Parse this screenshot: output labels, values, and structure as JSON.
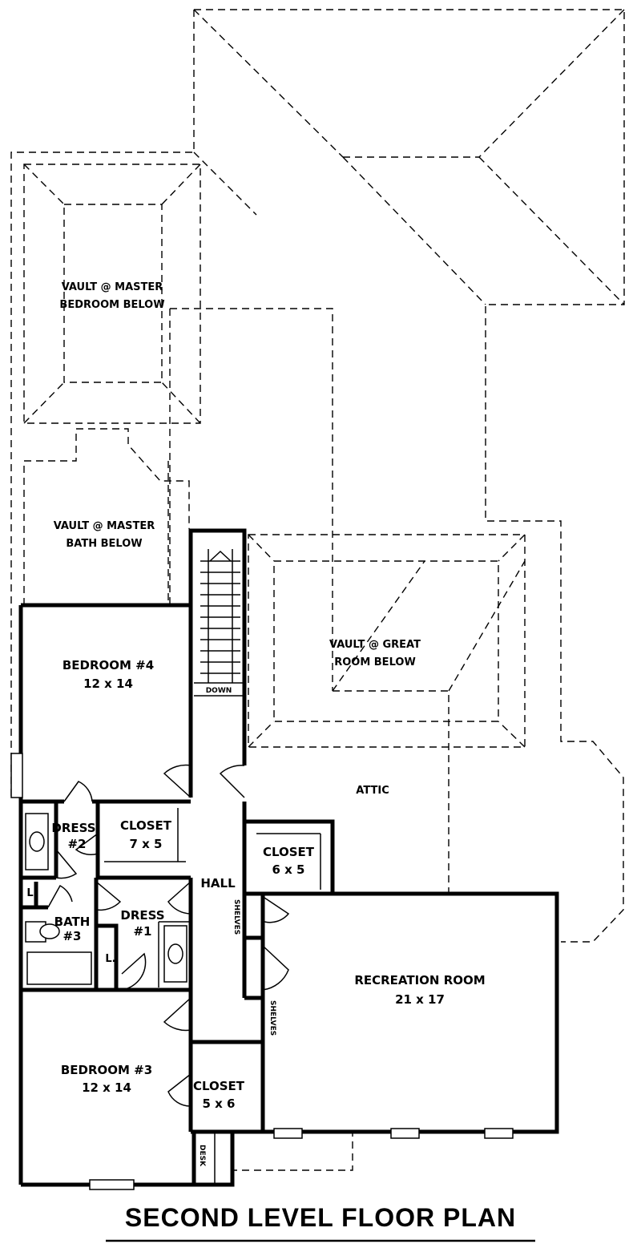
{
  "plan_title": "SECOND LEVEL FLOOR PLAN",
  "labels": {
    "vault_master_bedroom": [
      "VAULT @ MASTER",
      "BEDROOM BELOW"
    ],
    "vault_master_bath": [
      "VAULT @ MASTER",
      "BATH BELOW"
    ],
    "vault_great_room": [
      "VAULT @ GREAT",
      "ROOM BELOW"
    ],
    "down": "DOWN",
    "attic": "ATTIC",
    "hall": "HALL",
    "shelves": "SHELVES",
    "desk": "DESK",
    "laundry": "L."
  },
  "rooms": [
    {
      "id": "bedroom-4",
      "name": "BEDROOM #4",
      "size": "12 x 14"
    },
    {
      "id": "bedroom-3",
      "name": "BEDROOM #3",
      "size": "12 x 14"
    },
    {
      "id": "recreation-room",
      "name": "RECREATION ROOM",
      "size": "21 x 17"
    },
    {
      "id": "dress-2",
      "name": "DRESS",
      "size": "#2"
    },
    {
      "id": "closet-7x5",
      "name": "CLOSET",
      "size": "7 x 5"
    },
    {
      "id": "closet-6x5",
      "name": "CLOSET",
      "size": "6 x 5"
    },
    {
      "id": "bath-3",
      "name": "BATH",
      "size": "#3"
    },
    {
      "id": "dress-1",
      "name": "DRESS",
      "size": "#1"
    },
    {
      "id": "closet-5x6",
      "name": "CLOSET",
      "size": "5 x 6"
    }
  ]
}
